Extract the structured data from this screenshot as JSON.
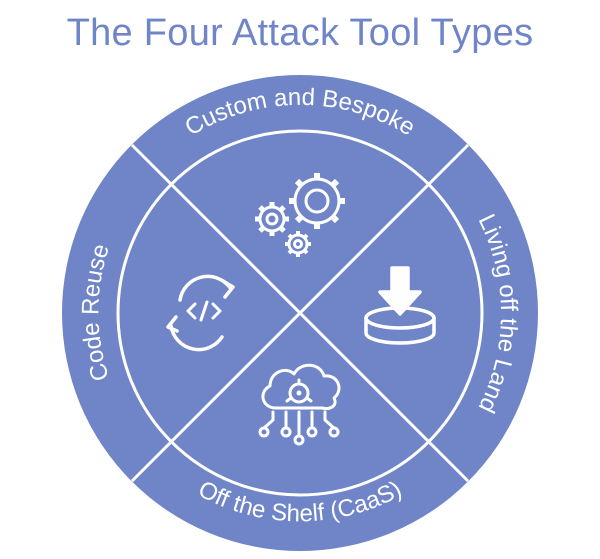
{
  "title": "The Four Attack Tool Types",
  "colors": {
    "title": "#6f85c8",
    "circle_fill": "#6f85c8",
    "lines": "#ffffff"
  },
  "segments": [
    {
      "label": "Custom and Bespoke",
      "icon": "gears-icon"
    },
    {
      "label": "Living off the Land",
      "icon": "download-disk-icon"
    },
    {
      "label": "Off the Shelf (CaaS)",
      "icon": "biohazard-cloud-icon"
    },
    {
      "label": "Code Reuse",
      "icon": "code-refresh-icon"
    }
  ]
}
